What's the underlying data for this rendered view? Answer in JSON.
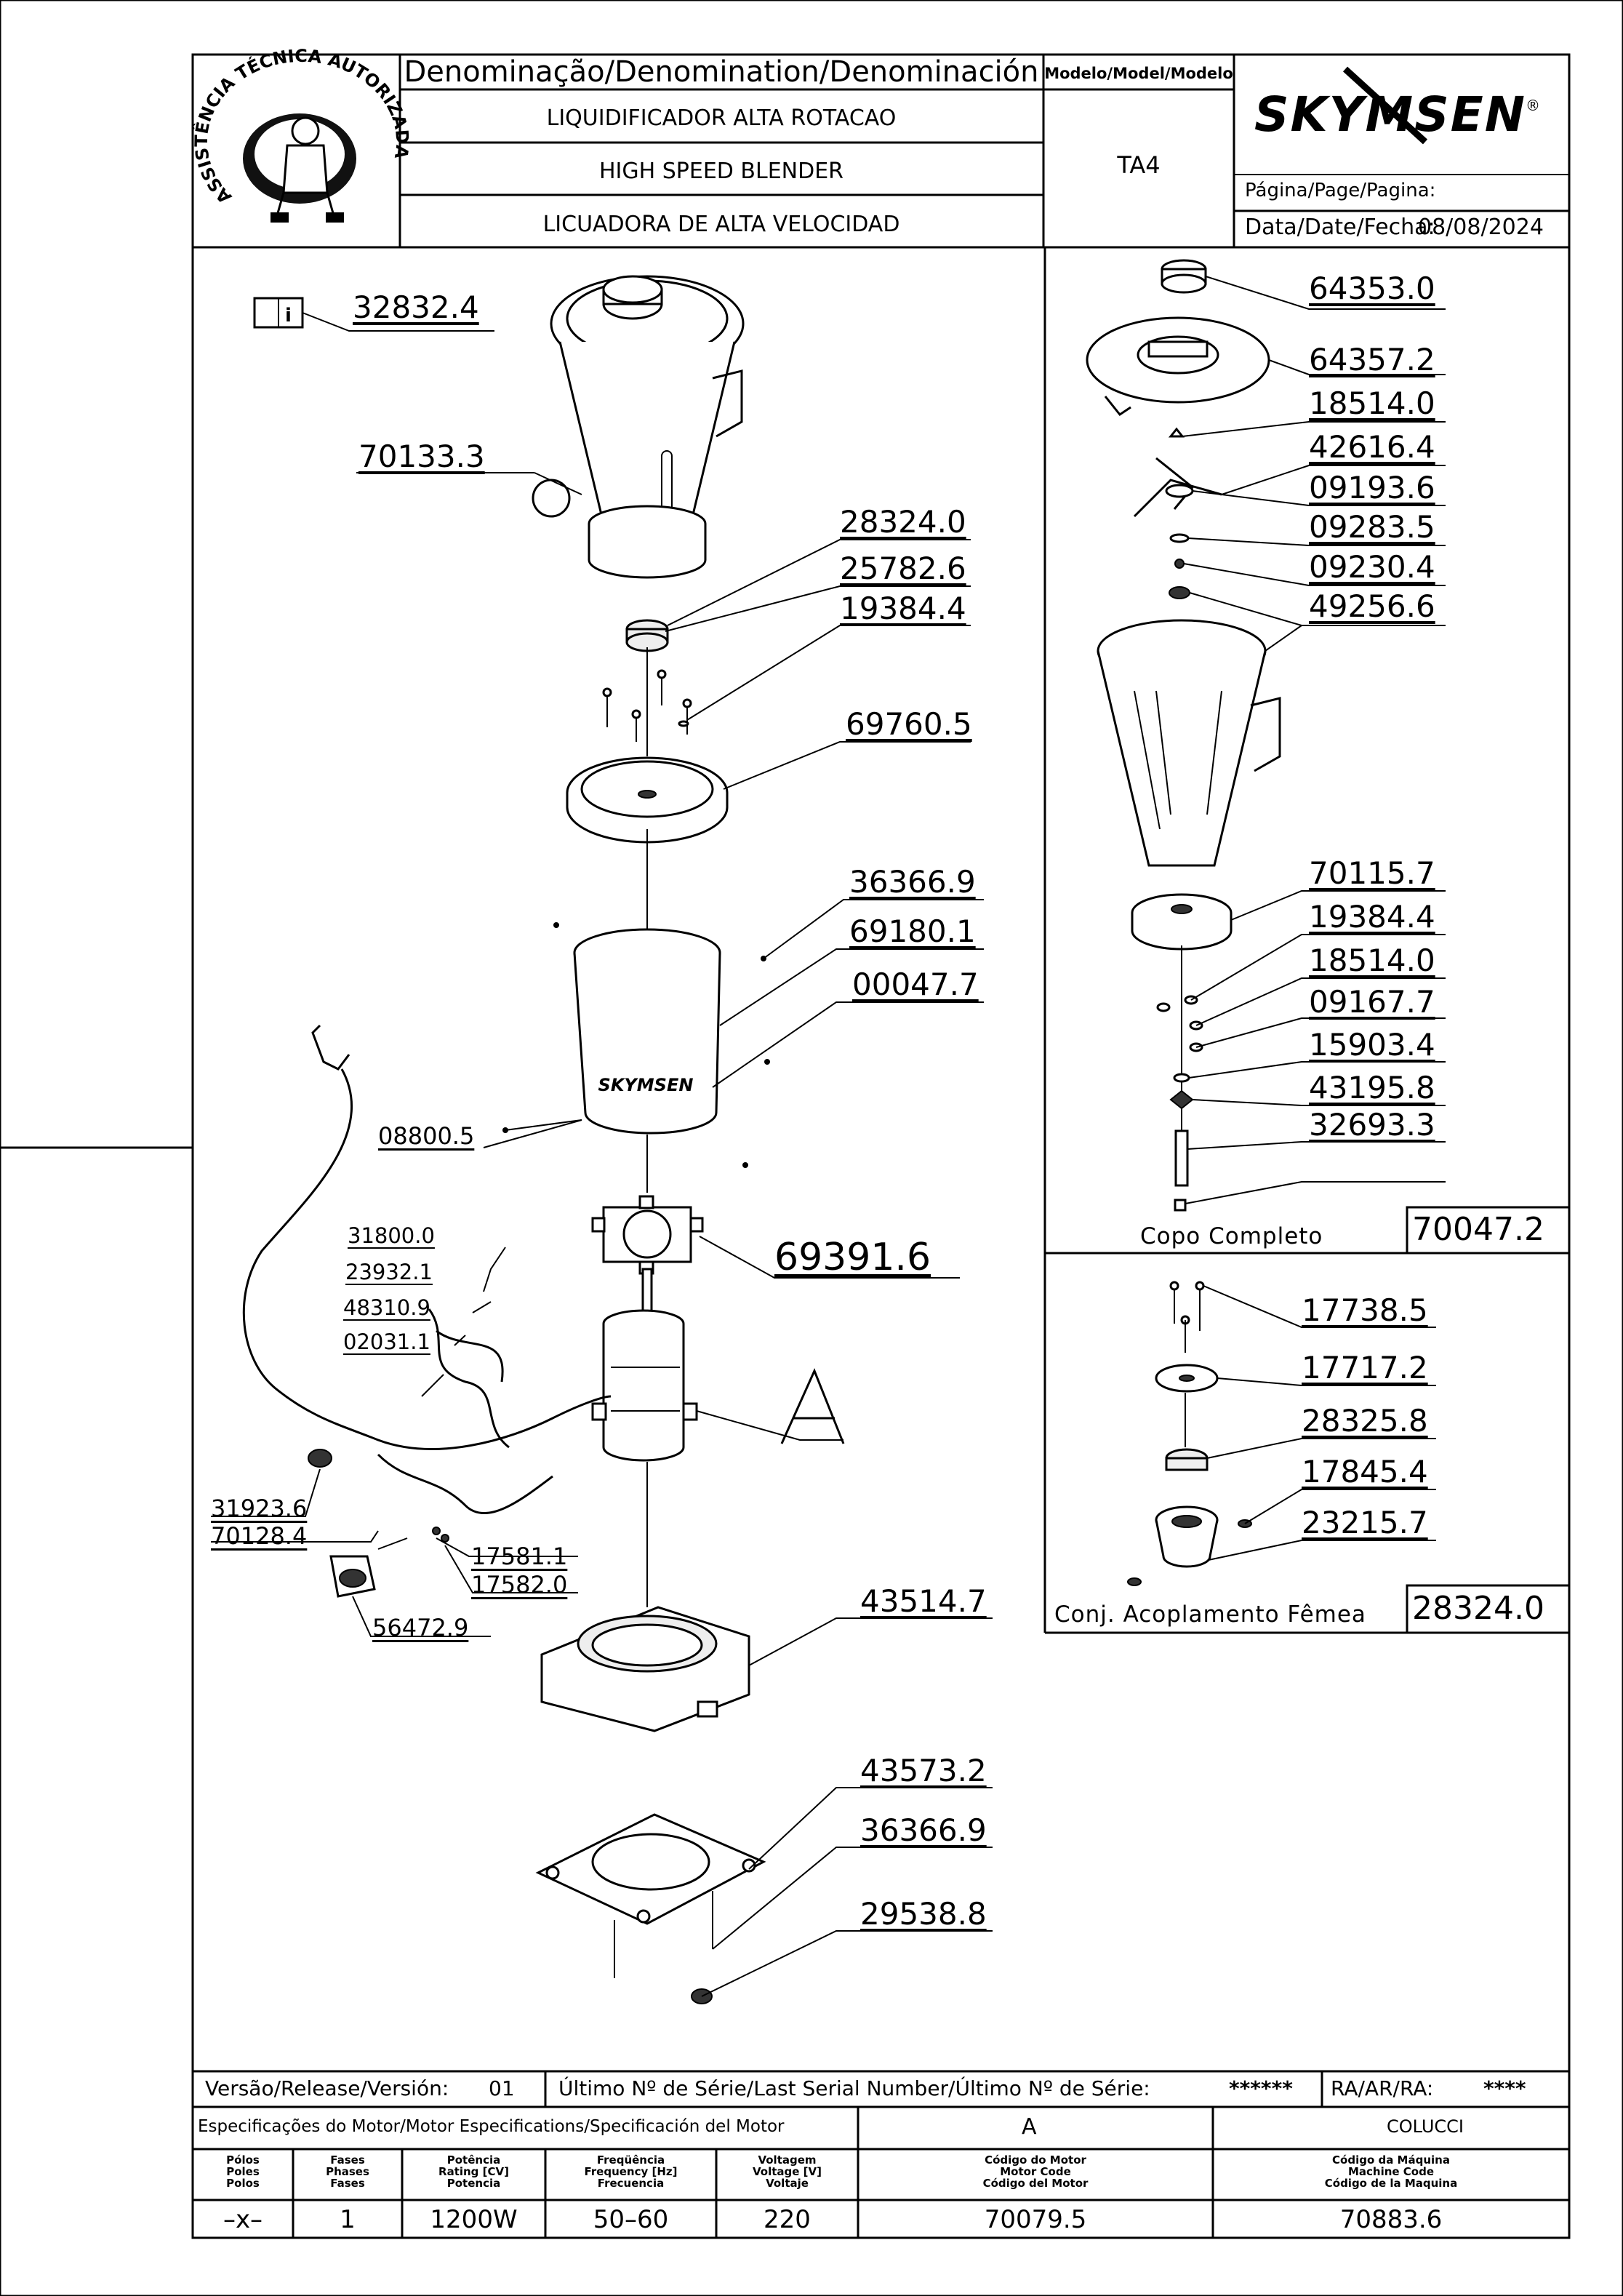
{
  "header": {
    "logo_arc_text": "ASSISTÊNCIA TÉCNICA AUTORIZADA",
    "denomination_label": "Denominação/Denomination/Denominación",
    "name_pt": "LIQUIDIFICADOR ALTA ROTACAO",
    "name_en": "HIGH SPEED BLENDER",
    "name_es": "LICUADORA DE ALTA VELOCIDAD",
    "model_label": "Modelo/Model/Modelo",
    "model_value": "TA4",
    "brand": "SKYMSEN",
    "brand_mark": "®",
    "page_label": "Página/Page/Pagina:",
    "date_label": "Data/Date/Fecha:",
    "date_value": "08/08/2024"
  },
  "parts_main": [
    {
      "id": "p-32832-4",
      "label": "32832.4"
    },
    {
      "id": "p-70133-3",
      "label": "70133.3"
    },
    {
      "id": "p-28324-0",
      "label": "28324.0"
    },
    {
      "id": "p-25782-6",
      "label": "25782.6"
    },
    {
      "id": "p-19384-4",
      "label": "19384.4"
    },
    {
      "id": "p-69760-5",
      "label": "69760.5"
    },
    {
      "id": "p-36366-9a",
      "label": "36366.9"
    },
    {
      "id": "p-69180-1",
      "label": "69180.1"
    },
    {
      "id": "p-00047-7",
      "label": "00047.7"
    },
    {
      "id": "p-08800-5",
      "label": "08800.5"
    },
    {
      "id": "p-69391-6",
      "label": "69391.6"
    },
    {
      "id": "p-31800-0",
      "label": "31800.0"
    },
    {
      "id": "p-23932-1",
      "label": "23932.1"
    },
    {
      "id": "p-48310-9",
      "label": "48310.9"
    },
    {
      "id": "p-02031-1",
      "label": "02031.1"
    },
    {
      "id": "p-A",
      "label": "A"
    },
    {
      "id": "p-31923-6",
      "label": "31923.6"
    },
    {
      "id": "p-70128-4",
      "label": "70128.4"
    },
    {
      "id": "p-17581-1",
      "label": "17581.1"
    },
    {
      "id": "p-17582-0",
      "label": "17582.0"
    },
    {
      "id": "p-56472-9",
      "label": "56472.9"
    },
    {
      "id": "p-43514-7",
      "label": "43514.7"
    },
    {
      "id": "p-43573-2",
      "label": "43573.2"
    },
    {
      "id": "p-36366-9b",
      "label": "36366.9"
    },
    {
      "id": "p-29538-8",
      "label": "29538.8"
    }
  ],
  "cup_kit": {
    "parts": [
      {
        "id": "c-64353-0",
        "label": "64353.0"
      },
      {
        "id": "c-64357-2",
        "label": "64357.2"
      },
      {
        "id": "c-18514-0a",
        "label": "18514.0"
      },
      {
        "id": "c-42616-4",
        "label": "42616.4"
      },
      {
        "id": "c-09193-6",
        "label": "09193.6"
      },
      {
        "id": "c-09283-5",
        "label": "09283.5"
      },
      {
        "id": "c-09230-4",
        "label": "09230.4"
      },
      {
        "id": "c-49256-6",
        "label": "49256.6"
      },
      {
        "id": "c-70115-7",
        "label": "70115.7"
      },
      {
        "id": "c-19384-4",
        "label": "19384.4"
      },
      {
        "id": "c-18514-0b",
        "label": "18514.0"
      },
      {
        "id": "c-09167-7",
        "label": "09167.7"
      },
      {
        "id": "c-15903-4",
        "label": "15903.4"
      },
      {
        "id": "c-43195-8",
        "label": "43195.8"
      },
      {
        "id": "c-32693-3",
        "label": "32693.3"
      }
    ],
    "caption": "Copo Completo",
    "code": "70047.2"
  },
  "coupling_kit": {
    "parts": [
      {
        "id": "k-17738-5",
        "label": "17738.5"
      },
      {
        "id": "k-17717-2",
        "label": "17717.2"
      },
      {
        "id": "k-28325-8",
        "label": "28325.8"
      },
      {
        "id": "k-17845-4",
        "label": "17845.4"
      },
      {
        "id": "k-23215-7",
        "label": "23215.7"
      }
    ],
    "caption": "Conj. Acoplamento Fêmea",
    "code": "28324.0"
  },
  "watermark_text": "SKYMSEN",
  "footer": {
    "release_label": "Versão/Release/Versión:",
    "release_value": "01",
    "serial_label": "Último Nº de Série/Last Serial Number/Último Nº de Série:",
    "serial_value": "******",
    "ra_label": "RA/AR/RA:",
    "ra_value": "****",
    "motor_spec_label": "Especificações do Motor/Motor Especifications/Specificación del Motor",
    "motor_ref": "A",
    "manufacturer": "COLUCCI",
    "columns": [
      {
        "lines": [
          "Pólos",
          "Poles",
          "Polos"
        ],
        "value": "–x–"
      },
      {
        "lines": [
          "Fases",
          "Phases",
          "Fases"
        ],
        "value": "1"
      },
      {
        "lines": [
          "Potência",
          "Rating [CV]",
          "Potencia"
        ],
        "value": "1200W"
      },
      {
        "lines": [
          "Freqüência",
          "Frequency [Hz]",
          "Frecuencia"
        ],
        "value": "50–60"
      },
      {
        "lines": [
          "Voltagem",
          "Voltage [V]",
          "Voltaje"
        ],
        "value": "220"
      },
      {
        "lines": [
          "Código do Motor",
          "Motor Code",
          "Código del Motor"
        ],
        "value": "70079.5"
      },
      {
        "lines": [
          "Código da Máquina",
          "Machine Code",
          "Código de la Maquina"
        ],
        "value": "70883.6"
      }
    ]
  }
}
